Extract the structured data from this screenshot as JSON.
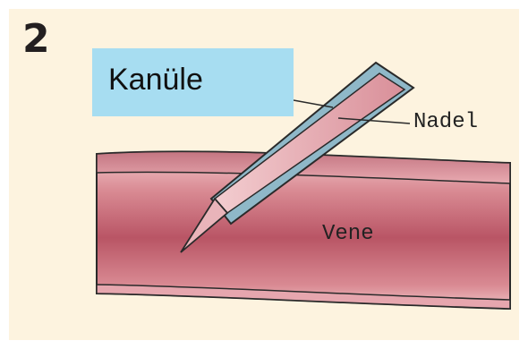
{
  "figure": {
    "step_number": "2",
    "labels": {
      "kanuele": "Kanüle",
      "nadel": "Nadel",
      "vene": "Vene"
    }
  },
  "colors": {
    "panel_background": "#fdf3df",
    "label_box": "#a7ddf1",
    "vein": "#c86a78",
    "cannula": "#8fb8c8",
    "needle": "#e9b4ba"
  }
}
